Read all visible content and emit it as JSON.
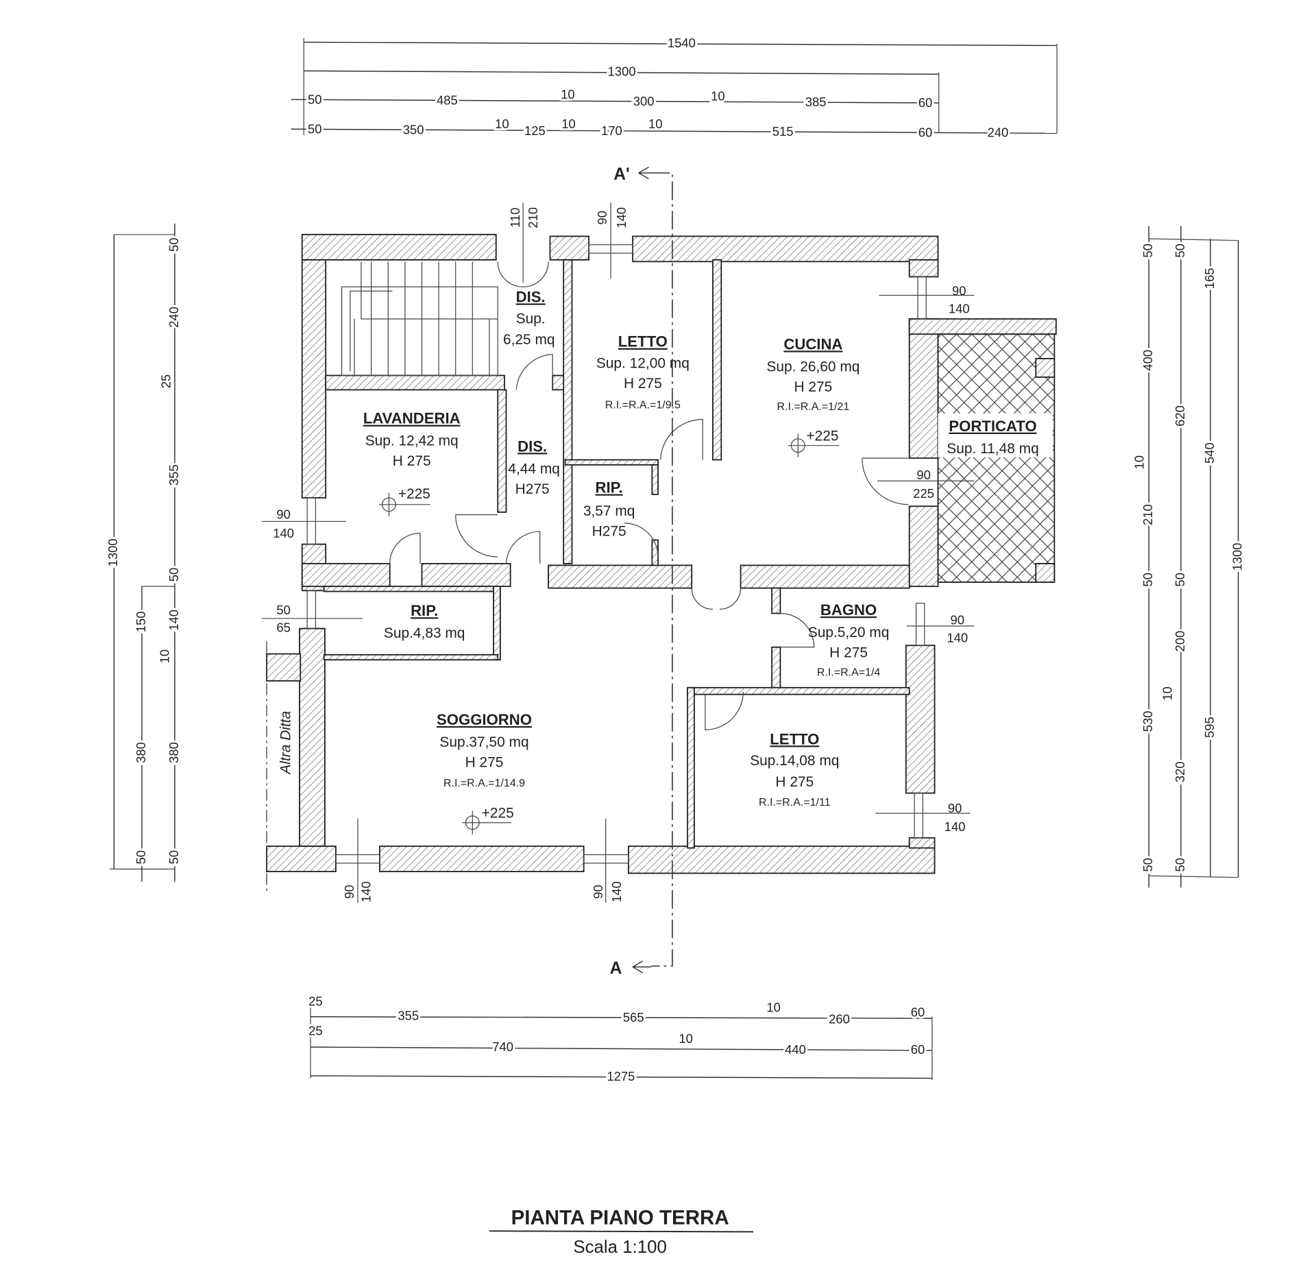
{
  "title": "PIANTA PIANO TERRA",
  "scale": "Scala 1:100",
  "section_marks": {
    "top": "A'",
    "bottom": "A"
  },
  "dims_top": {
    "row1": [
      "1540"
    ],
    "row2": [
      "1300"
    ],
    "row3": [
      "50",
      "485",
      "10",
      "300",
      "10",
      "385",
      "60"
    ],
    "row4": [
      "50",
      "350",
      "10",
      "125",
      "10",
      "170",
      "10",
      "515",
      "60",
      "240"
    ]
  },
  "dims_bottom": {
    "row1": [
      "25",
      "355",
      "565",
      "10",
      "260",
      "60"
    ],
    "row2": [
      "25",
      "740",
      "10",
      "440",
      "60"
    ],
    "row3": [
      "1275"
    ]
  },
  "dims_left": {
    "outer": [
      "1300"
    ],
    "mid": [
      "150",
      "380",
      "50"
    ],
    "inner": [
      "50",
      "240",
      "25",
      "355",
      "50",
      "140",
      "10",
      "380",
      "50"
    ]
  },
  "dims_right": {
    "c1": [
      "50",
      "400",
      "10",
      "210",
      "50",
      "530",
      "50"
    ],
    "c2": [
      "50",
      "620",
      "50",
      "200",
      "10",
      "320",
      "50"
    ],
    "c3": [
      "165",
      "540",
      "595"
    ],
    "c4": [
      "1300"
    ]
  },
  "openings": {
    "top_door": [
      "110",
      "210"
    ],
    "top_window": [
      "90",
      "140"
    ],
    "cucina_window": [
      "90",
      "140"
    ],
    "porticato_door": [
      "90",
      "225"
    ],
    "lavanderia_window": [
      "90",
      "140"
    ],
    "rip_window": [
      "50",
      "65"
    ],
    "bagno_window": [
      "90",
      "140"
    ],
    "letto2_window": [
      "90",
      "140"
    ],
    "soggiorno_window1": [
      "90",
      "140"
    ],
    "soggiorno_window2": [
      "90",
      "140"
    ]
  },
  "rooms": {
    "dis1": {
      "name": "DIS.",
      "l1": "Sup.",
      "l2": "6,25 mq"
    },
    "letto1": {
      "name": "LETTO",
      "sup": "Sup. 12,00 mq",
      "h": "H 275",
      "ri": "R.I.=R.A.=1/9.5"
    },
    "cucina": {
      "name": "CUCINA",
      "sup": "Sup. 26,60 mq",
      "h": "H 275",
      "ri": "R.I.=R.A.=1/21",
      "elev": "+225"
    },
    "lavanderia": {
      "name": "LAVANDERIA",
      "sup": "Sup. 12,42 mq",
      "h": "H 275",
      "elev": "+225"
    },
    "dis2": {
      "name": "DIS.",
      "sup": "4,44 mq",
      "h": "H275"
    },
    "rip1": {
      "name": "RIP.",
      "sup": "3,57 mq",
      "h": "H275"
    },
    "porticato": {
      "name": "PORTICATO",
      "sup": "Sup. 11,48 mq"
    },
    "rip2": {
      "name": "RIP.",
      "sup": "Sup.4,83 mq"
    },
    "bagno": {
      "name": "BAGNO",
      "sup": "Sup.5,20 mq",
      "h": "H 275",
      "ri": "R.I.=R.A=1/4"
    },
    "soggiorno": {
      "name": "SOGGIORNO",
      "sup": "Sup.37,50 mq",
      "h": "H 275",
      "ri": "R.I.=R.A.=1/14.9",
      "elev": "+225"
    },
    "letto2": {
      "name": "LETTO",
      "sup": "Sup.14,08 mq",
      "h": "H 275",
      "ri": "R.I.=R.A.=1/11"
    },
    "altra_ditta": {
      "name": "Altra Ditta"
    }
  }
}
